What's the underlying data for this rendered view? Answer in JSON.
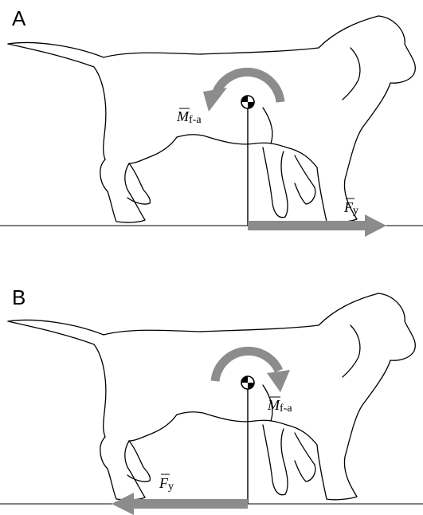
{
  "panels": [
    {
      "letter": "A",
      "moment_label": {
        "symbol": "M",
        "subscript": "f-a"
      },
      "force_label": {
        "symbol": "F",
        "subscript": "y"
      },
      "moment_direction": "counterclockwise",
      "force_direction": "right"
    },
    {
      "letter": "B",
      "moment_label": {
        "symbol": "M",
        "subscript": "f-a"
      },
      "force_label": {
        "symbol": "F",
        "subscript": "y"
      },
      "moment_direction": "clockwise",
      "force_direction": "left"
    }
  ],
  "colors": {
    "arrow": "#8c8c8c",
    "outline": "#000000"
  },
  "icons": {
    "center_of_mass": "center-of-mass-icon"
  }
}
